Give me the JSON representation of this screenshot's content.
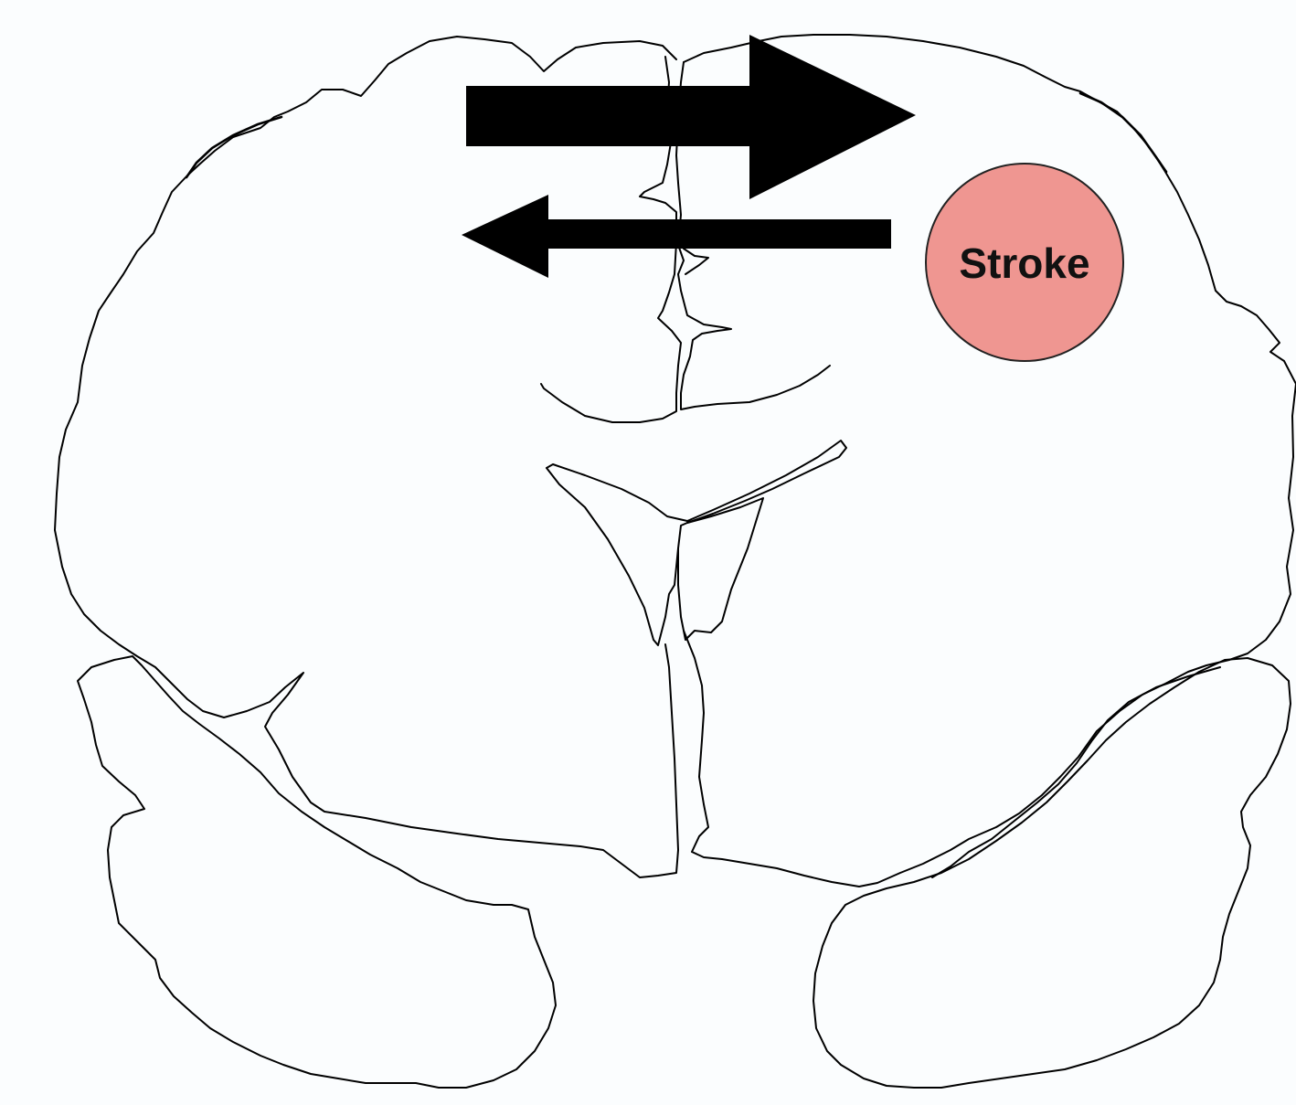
{
  "lesion": {
    "label": "Stroke",
    "fill_color": "#ef9691",
    "stroke_color": "#222222"
  },
  "arrows": [
    {
      "name": "thick-arrow",
      "direction": "right",
      "color": "#000000"
    },
    {
      "name": "thin-arrow",
      "direction": "left",
      "color": "#000000"
    }
  ],
  "outline_color": "#000000",
  "background_color": "#fbfdfe"
}
